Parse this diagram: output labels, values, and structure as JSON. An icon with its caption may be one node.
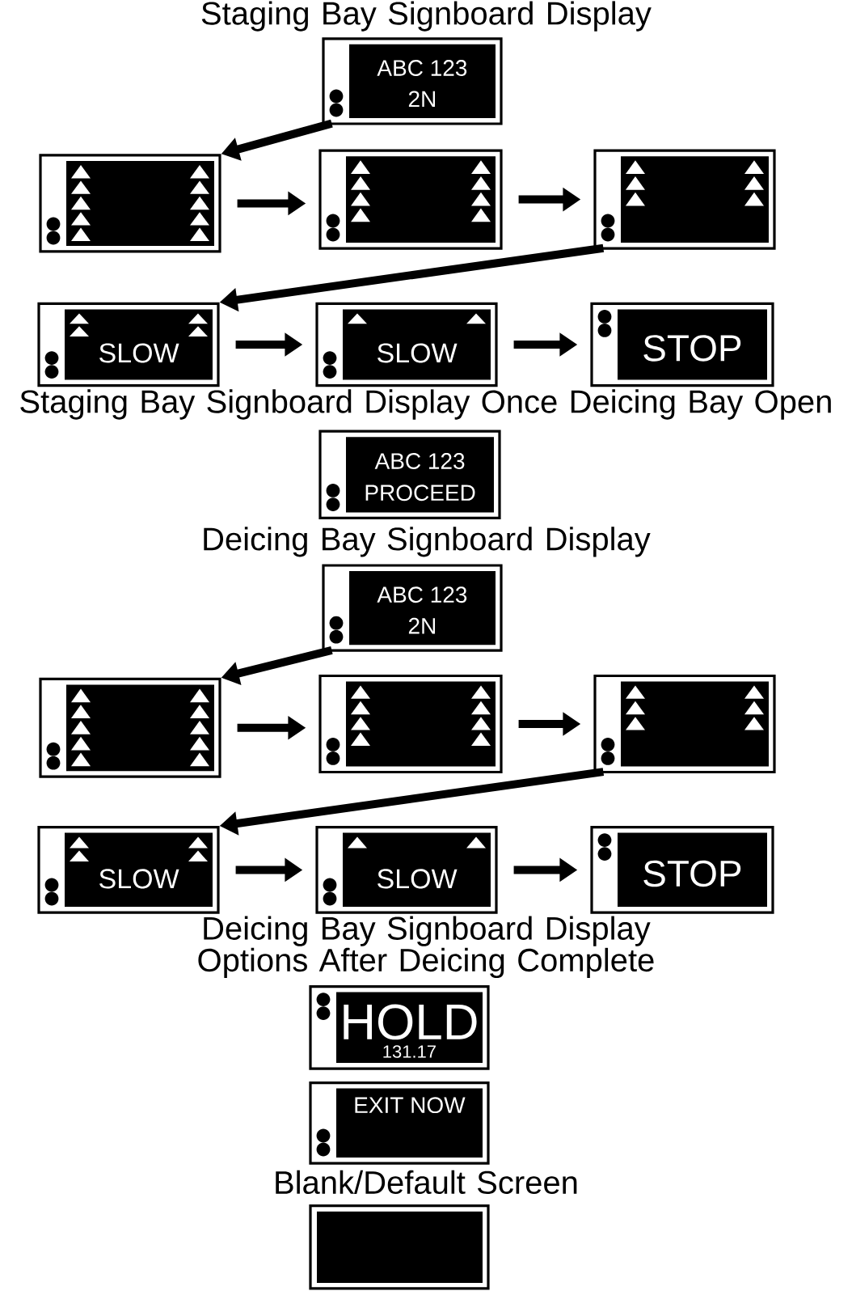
{
  "diagram": {
    "nodes": [
      {
        "text": [
          "ABC 123",
          "2N"
        ]
      },
      {
        "text": [],
        "shape": "box"
      },
      {
        "text": [],
        "shape": "box"
      },
      {
        "text": [],
        "shape": "box"
      },
      {
        "text": [
          "SLOW"
        ]
      },
      {
        "text": [
          "SLOW"
        ]
      },
      {
        "text": [
          "STOP"
        ]
      },
      {
        "text": [
          "ABC 123",
          "PROCEED"
        ]
      },
      {
        "text": [
          "ABC 123",
          "2N"
        ]
      },
      {
        "text": [],
        "shape": "box"
      },
      {
        "text": [],
        "shape": "box"
      },
      {
        "text": [],
        "shape": "box"
      },
      {
        "text": [
          "SLOW"
        ]
      },
      {
        "text": [
          "SLOW"
        ]
      },
      {
        "text": [
          "STOP"
        ]
      },
      {
        "text": [
          "HOLD",
          "131.17"
        ]
      },
      {
        "text": [
          "EXIT NOW"
        ]
      },
      {
        "text": [],
        "shape": "box"
      }
    ],
    "edges": [
      {
        "from": 0,
        "to": 1,
        "arrow": "to"
      },
      {
        "from": 1,
        "to": 2,
        "arrow": "to"
      },
      {
        "from": 2,
        "to": 3,
        "arrow": "to"
      },
      {
        "from": 3,
        "to": 4,
        "arrow": "to"
      },
      {
        "from": 4,
        "to": 5,
        "arrow": "to"
      },
      {
        "from": 5,
        "to": 6,
        "arrow": "to"
      },
      {
        "from": 8,
        "to": 9,
        "arrow": "to"
      },
      {
        "from": 9,
        "to": 10,
        "arrow": "to"
      },
      {
        "from": 10,
        "to": 11,
        "arrow": "to"
      },
      {
        "from": 11,
        "to": 12,
        "arrow": "to"
      },
      {
        "from": 12,
        "to": 13,
        "arrow": "to"
      },
      {
        "from": 13,
        "to": 14,
        "arrow": "to"
      }
    ],
    "labels": [
      "Staging Bay Signboard Display",
      "Staging Bay Signboard Display Once Deicing Bay Open",
      "Deicing Bay Signboard Display",
      "Deicing Bay Signboard Display Options After Deicing Complete",
      "Blank/Default Screen"
    ]
  }
}
